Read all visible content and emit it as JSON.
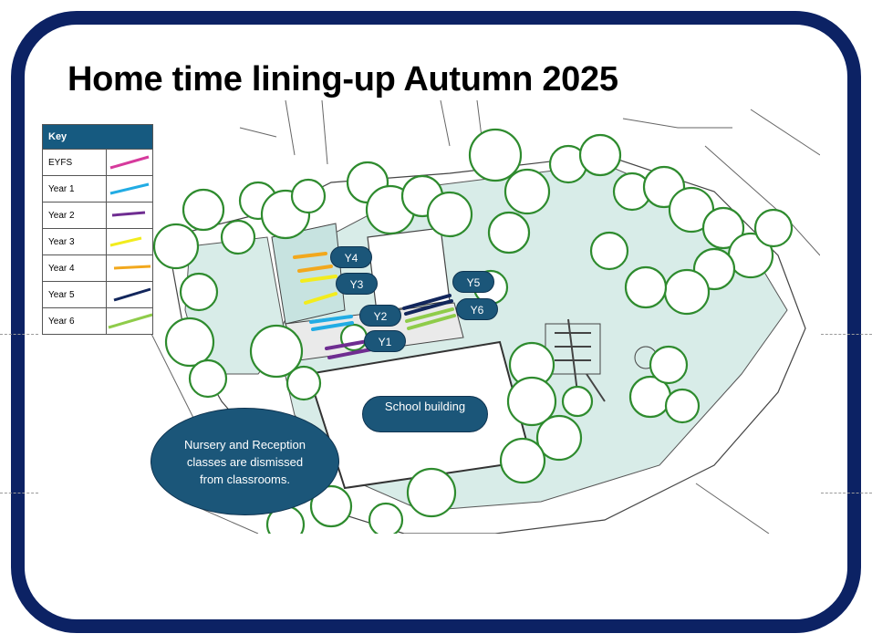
{
  "title": "Home time lining-up Autumn 2025",
  "key": {
    "header": "Key",
    "items": [
      {
        "label": "EYFS",
        "color": "#d63a9c"
      },
      {
        "label": "Year 1",
        "color": "#22ace4"
      },
      {
        "label": "Year 2",
        "color": "#6f2d91"
      },
      {
        "label": "Year 3",
        "color": "#f2ec1d"
      },
      {
        "label": "Year 4",
        "color": "#f2a81d"
      },
      {
        "label": "Year 5",
        "color": "#12265c"
      },
      {
        "label": "Year 6",
        "color": "#8fcc4a"
      }
    ]
  },
  "markers": {
    "y1": "Y1",
    "y2": "Y2",
    "y3": "Y3",
    "y4": "Y4",
    "y5": "Y5",
    "y6": "Y6"
  },
  "labels": {
    "school": "School building",
    "nursery": "Nursery and Reception classes are dismissed from classrooms."
  },
  "colors": {
    "frame": "#0c2264",
    "label_fill": "#1b5679",
    "grass": "#d8ece8",
    "tree": "#2e8b2e"
  }
}
